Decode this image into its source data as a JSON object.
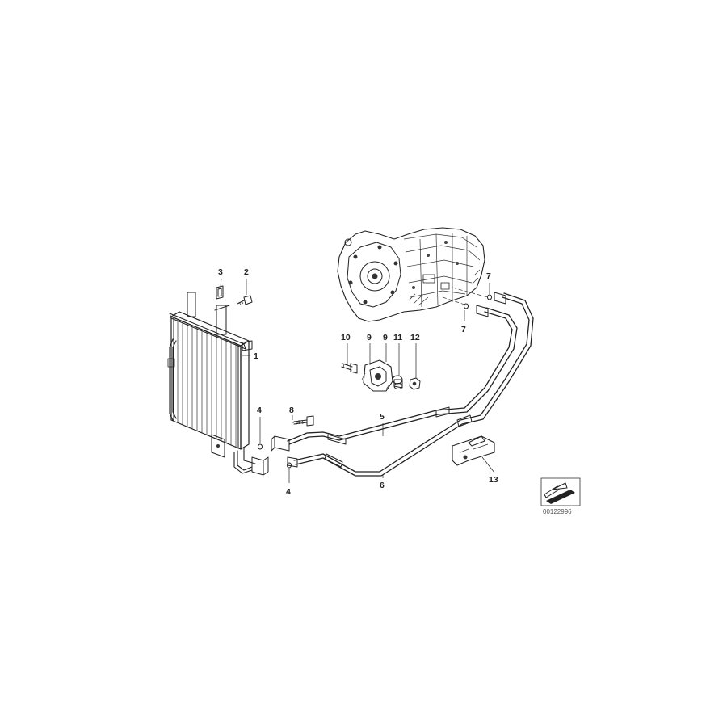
{
  "diagram": {
    "reference_number": "00122996",
    "callouts": [
      {
        "id": "c1",
        "label": "1"
      },
      {
        "id": "c2",
        "label": "2"
      },
      {
        "id": "c3",
        "label": "3"
      },
      {
        "id": "c4a",
        "label": "4"
      },
      {
        "id": "c4b",
        "label": "4"
      },
      {
        "id": "c5",
        "label": "5"
      },
      {
        "id": "c6",
        "label": "6"
      },
      {
        "id": "c7a",
        "label": "7"
      },
      {
        "id": "c7b",
        "label": "7"
      },
      {
        "id": "c8",
        "label": "8"
      },
      {
        "id": "c9a",
        "label": "9"
      },
      {
        "id": "c9b",
        "label": "9"
      },
      {
        "id": "c10",
        "label": "10"
      },
      {
        "id": "c11",
        "label": "11"
      },
      {
        "id": "c12",
        "label": "12"
      },
      {
        "id": "c13",
        "label": "13"
      }
    ]
  }
}
